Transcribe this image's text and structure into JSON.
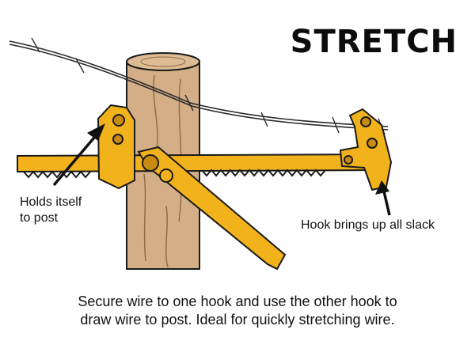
{
  "title": "STRETCH",
  "callouts": {
    "left": {
      "line1": "Holds itself",
      "line2": "to post"
    },
    "right": "Hook brings up all slack"
  },
  "caption": {
    "line1": "Secure wire to one hook and use the other hook to",
    "line2": "draw wire to post. Ideal for quickly stretching wire."
  },
  "colors": {
    "tool_yellow": "#F2B21C",
    "tool_shadow": "#C98A10",
    "post_tan": "#D3AE86",
    "post_shadow": "#B98D66",
    "outline": "#1a1a1a"
  }
}
